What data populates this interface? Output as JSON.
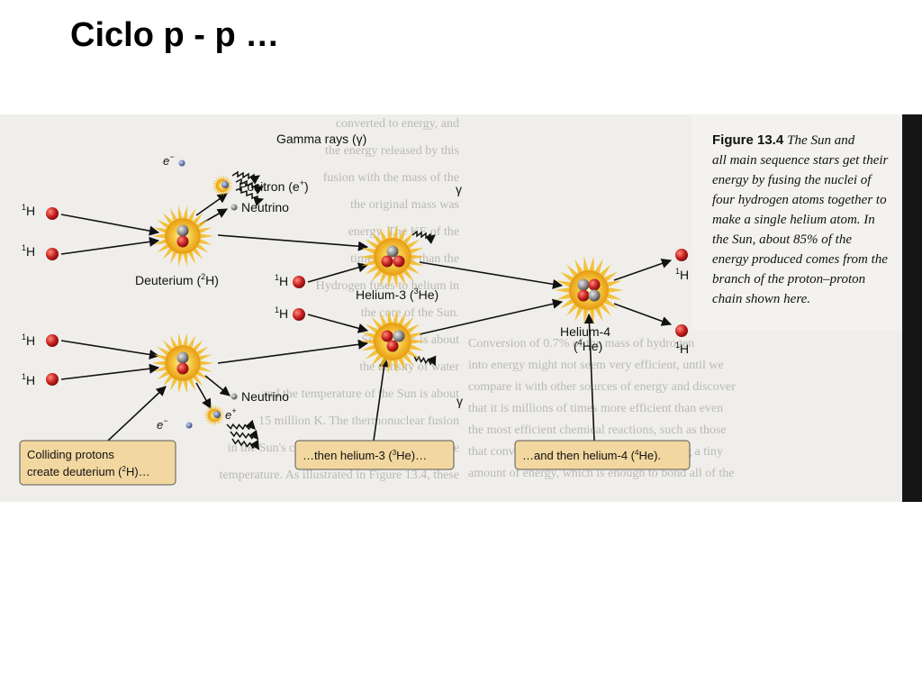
{
  "slide": {
    "title": "Ciclo p - p …"
  },
  "figure": {
    "caption": {
      "label": "Figure 13.4",
      "lines": [
        "The Sun and",
        "all main sequence stars get their",
        "energy by fusing the nuclei of",
        "four hydrogen atoms together to",
        "make a single helium atom. In",
        "the Sun, about 85% of the",
        "energy produced comes from the",
        "branch of the proton–proton",
        "chain shown here."
      ]
    },
    "labels": {
      "h1": "H",
      "h1_sup": "1",
      "gamma_rays": "Gamma rays (γ)",
      "gamma": "γ",
      "positron": "Positron (e",
      "positron_sup": "+",
      "positron_close": ")",
      "neutrino": "Neutrino",
      "electron": "e",
      "electron_sup": "−",
      "eplus": "e",
      "eplus_sup": "+",
      "deuterium": "Deuterium (",
      "deuterium_sup": "2",
      "deuterium_tail": "H)",
      "helium3": "Helium-3 (",
      "helium3_sup": "3",
      "helium3_tail": "He)",
      "helium4": "Helium-4",
      "helium4_paren": "(",
      "helium4_sup": "4",
      "helium4_tail": "He)"
    },
    "steps": {
      "step1_line1": "Colliding protons",
      "step1_line2": "create deuterium (",
      "step1_sup": "2",
      "step1_tail": "H)…",
      "step2": "…then helium-3 (",
      "step2_sup": "3",
      "step2_tail": "He)…",
      "step3": "…and then helium-4 (",
      "step3_sup": "4",
      "step3_tail": "He)."
    },
    "background_text": [
      "converted to energy, and",
      "the energy released by this",
      "fusion with the mass of the",
      "the original mass was",
      "energy. The KE of the",
      "times greater than the",
      "Hydrogen fuses to helium in",
      "the core of the Sun.",
      "Sun's mass is about",
      "the density of water",
      "and the temperature of the Sun is about",
      "15 million K. The thermonuclear fusion",
      "in the Sun's core, are thousands of times more",
      "temperature. As illustrated in Figure 13.4, these",
      "Conversion of 0.7% of the mass of hydrogen",
      "into energy might not seem very efficient, until we",
      "compare it with other sources of energy and discover",
      "that it is millions of times more efficient than even",
      "the most efficient chemical reactions, such as those",
      "that convert hydrogen into helium, releasing a tiny",
      "amount of energy, which is enough to bond all of the"
    ],
    "colors": {
      "proton": "#c41e1e",
      "neutron": "#8c8c8c",
      "flash": "#f2b81e",
      "label_box": "#f2d7a0",
      "page": "#efeeea"
    }
  }
}
